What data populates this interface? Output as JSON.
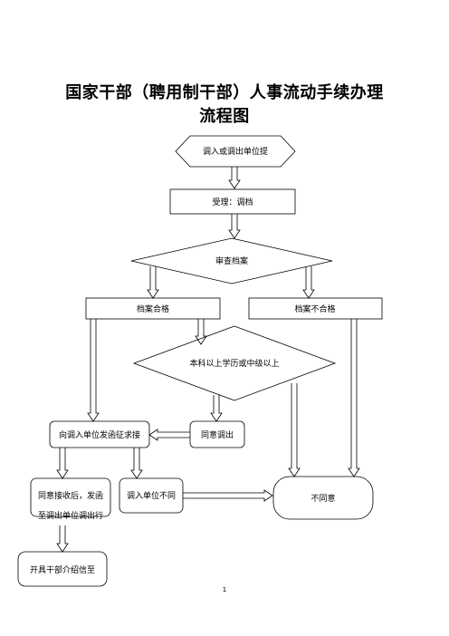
{
  "title": {
    "line1": "国家干部（聘用制干部）人事流动手续办理",
    "line2": "流程图"
  },
  "nodes": {
    "start": "调入或调出单位提",
    "accept": "受理：调档",
    "review": "审查档案",
    "qualified": "档案合格",
    "unqualified": "档案不合格",
    "education": "本科以上学历或中级以上",
    "agree_out": "同意调出",
    "send_letter": "向调入单位发函征求接",
    "agree_receipt": "同意接收后，发函",
    "agree_receipt_line2": "至调出单位调出行",
    "in_disagree": "调入单位不同",
    "disagree": "不同意",
    "issue_letter": "开具干部介绍信至"
  },
  "page_number": "1"
}
